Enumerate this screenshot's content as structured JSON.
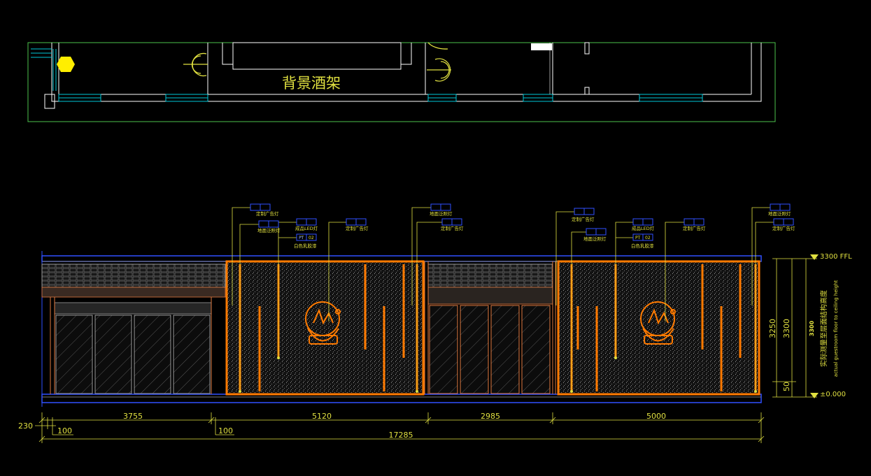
{
  "plan": {
    "label": "背景酒架"
  },
  "annotations": {
    "custom_ad_light": "定制广告灯",
    "floor_wash_light": "地面泛照灯",
    "led_light": "成品LED灯",
    "pt": "PT",
    "pt_code": "02",
    "white_latex": "白色乳胶漆"
  },
  "levels": {
    "top": "3300 FFL",
    "bottom": "±0.000",
    "vertical_note": "实际测量至层面结构高度",
    "vertical_note_en": "actual guestroom floor to ceiling height",
    "vertical_value": "3300"
  },
  "dims": {
    "d1": "3755",
    "d2": "5120",
    "d3": "2985",
    "d4": "5000",
    "total": "17285",
    "left_230": "230",
    "left_100a": "100",
    "left_100b": "100",
    "v_3250": "3250",
    "v_3300": "3300",
    "v_50": "50"
  },
  "colors": {
    "cad_green": "#4cc24c",
    "cad_cyan": "#00c8d8",
    "cad_yellow": "#e0e040",
    "cad_orange": "#ff7a00",
    "cad_white": "#ffffff",
    "cad_blue": "#3050ff",
    "cad_grey": "#7a7a7a"
  },
  "icons": {
    "hexagon": "hexagon-marker-icon",
    "logo": "brand-logo-icon"
  }
}
